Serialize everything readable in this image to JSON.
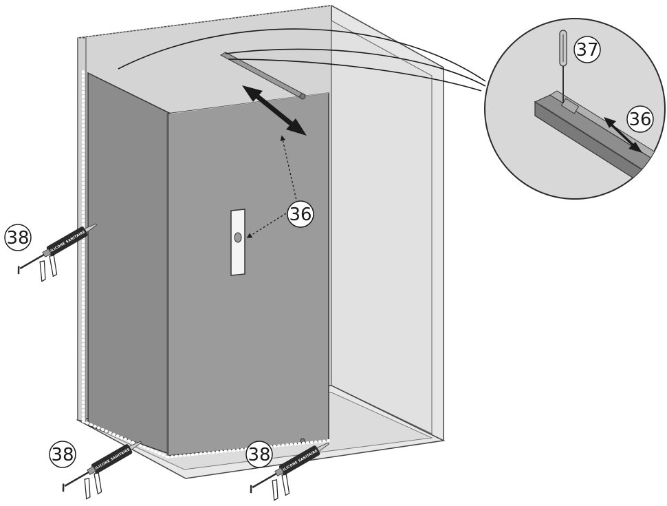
{
  "diagram": {
    "callouts": {
      "handle_level": "36",
      "detail_arrow": "36",
      "screwdriver": "37",
      "silicone_left": "38",
      "silicone_bottom_left": "38",
      "silicone_bottom_right": "38"
    },
    "silicone_gun_label": "SILICONE SANITAIRE",
    "colors": {
      "enclosure_fill": "#d9d9d9",
      "enclosure_side": "#c8c8c8",
      "glass_panel": "#9a9a9a",
      "outline": "#3a3a3a",
      "sealant_dots": "#ffffff",
      "arrow": "#1a1a1a"
    }
  }
}
